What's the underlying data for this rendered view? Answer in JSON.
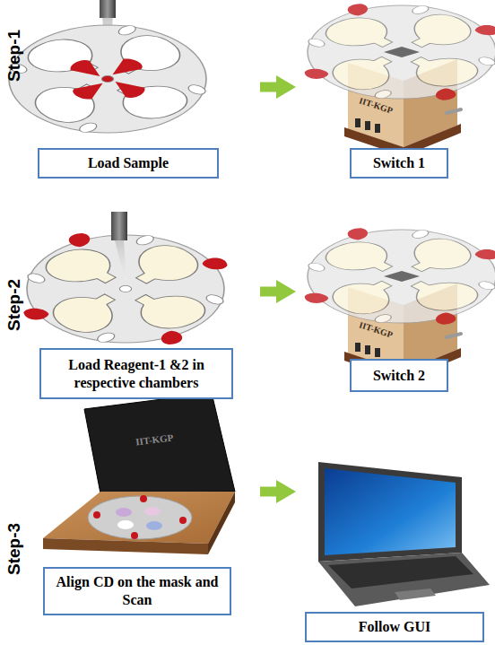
{
  "diagram": {
    "nodes": [
      {
        "text": [
          "Load Sample"
        ]
      },
      {
        "text": [
          "Switch 1"
        ]
      },
      {
        "text": [
          "Load Reagent-1 &2 in respective chambers"
        ]
      },
      {
        "text": [
          "Switch 2"
        ]
      },
      {
        "text": [
          "Align CD on the mask and Scan"
        ]
      },
      {
        "text": [
          "Follow GUI"
        ]
      }
    ],
    "edges": [
      {
        "from": 0,
        "to": 1,
        "arrow": "to"
      },
      {
        "from": 2,
        "to": 3,
        "arrow": "to"
      },
      {
        "from": 4,
        "to": 5,
        "arrow": "to"
      }
    ],
    "labels": [
      "Step-1",
      "Step-2",
      "Step-3",
      "IIT-KGP",
      "IIT-KGP",
      "IIT-KGP"
    ]
  }
}
